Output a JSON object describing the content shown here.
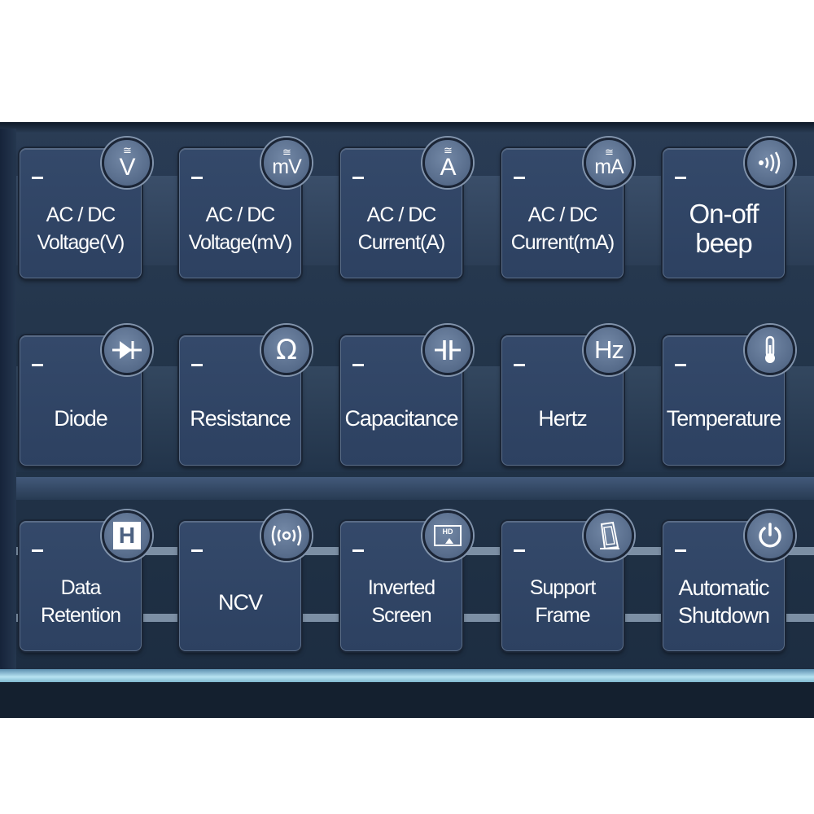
{
  "keys": [
    {
      "label_lines": [
        "AC / DC",
        "Voltage(V)"
      ],
      "icon": "ac-dc-voltage-icon",
      "badge_symbol": "≅",
      "badge_unit": "V"
    },
    {
      "label_lines": [
        "AC / DC",
        "Voltage(mV)"
      ],
      "icon": "ac-dc-millivolt-icon",
      "badge_symbol": "≅",
      "badge_unit": "mV"
    },
    {
      "label_lines": [
        "AC / DC",
        "Current(A)"
      ],
      "icon": "ac-dc-current-icon",
      "badge_symbol": "≅",
      "badge_unit": "A"
    },
    {
      "label_lines": [
        "AC / DC",
        "Current(mA)"
      ],
      "icon": "ac-dc-milliamp-icon",
      "badge_symbol": "≅",
      "badge_unit": "mA"
    },
    {
      "label_lines": [
        "On-off",
        "beep"
      ],
      "icon": "beep-sound-icon"
    },
    {
      "label_lines": [
        "Diode"
      ],
      "icon": "diode-icon"
    },
    {
      "label_lines": [
        "Resistance"
      ],
      "icon": "ohm-icon",
      "badge_glyph": "Ω"
    },
    {
      "label_lines": [
        "Capacitance"
      ],
      "icon": "capacitor-icon"
    },
    {
      "label_lines": [
        "Hertz"
      ],
      "icon": "hertz-icon",
      "badge_text": "Hz"
    },
    {
      "label_lines": [
        "Temperature"
      ],
      "icon": "thermometer-icon"
    },
    {
      "label_lines": [
        "Data",
        "Retention"
      ],
      "icon": "hold-icon",
      "badge_text": "H"
    },
    {
      "label_lines": [
        "NCV"
      ],
      "icon": "ncv-signal-icon"
    },
    {
      "label_lines": [
        "Inverted",
        "Screen"
      ],
      "icon": "hd-screen-icon",
      "badge_text": "HD"
    },
    {
      "label_lines": [
        "Support",
        "Frame"
      ],
      "icon": "support-frame-icon"
    },
    {
      "label_lines": [
        "Automatic",
        "Shutdown"
      ],
      "icon": "power-icon"
    }
  ]
}
